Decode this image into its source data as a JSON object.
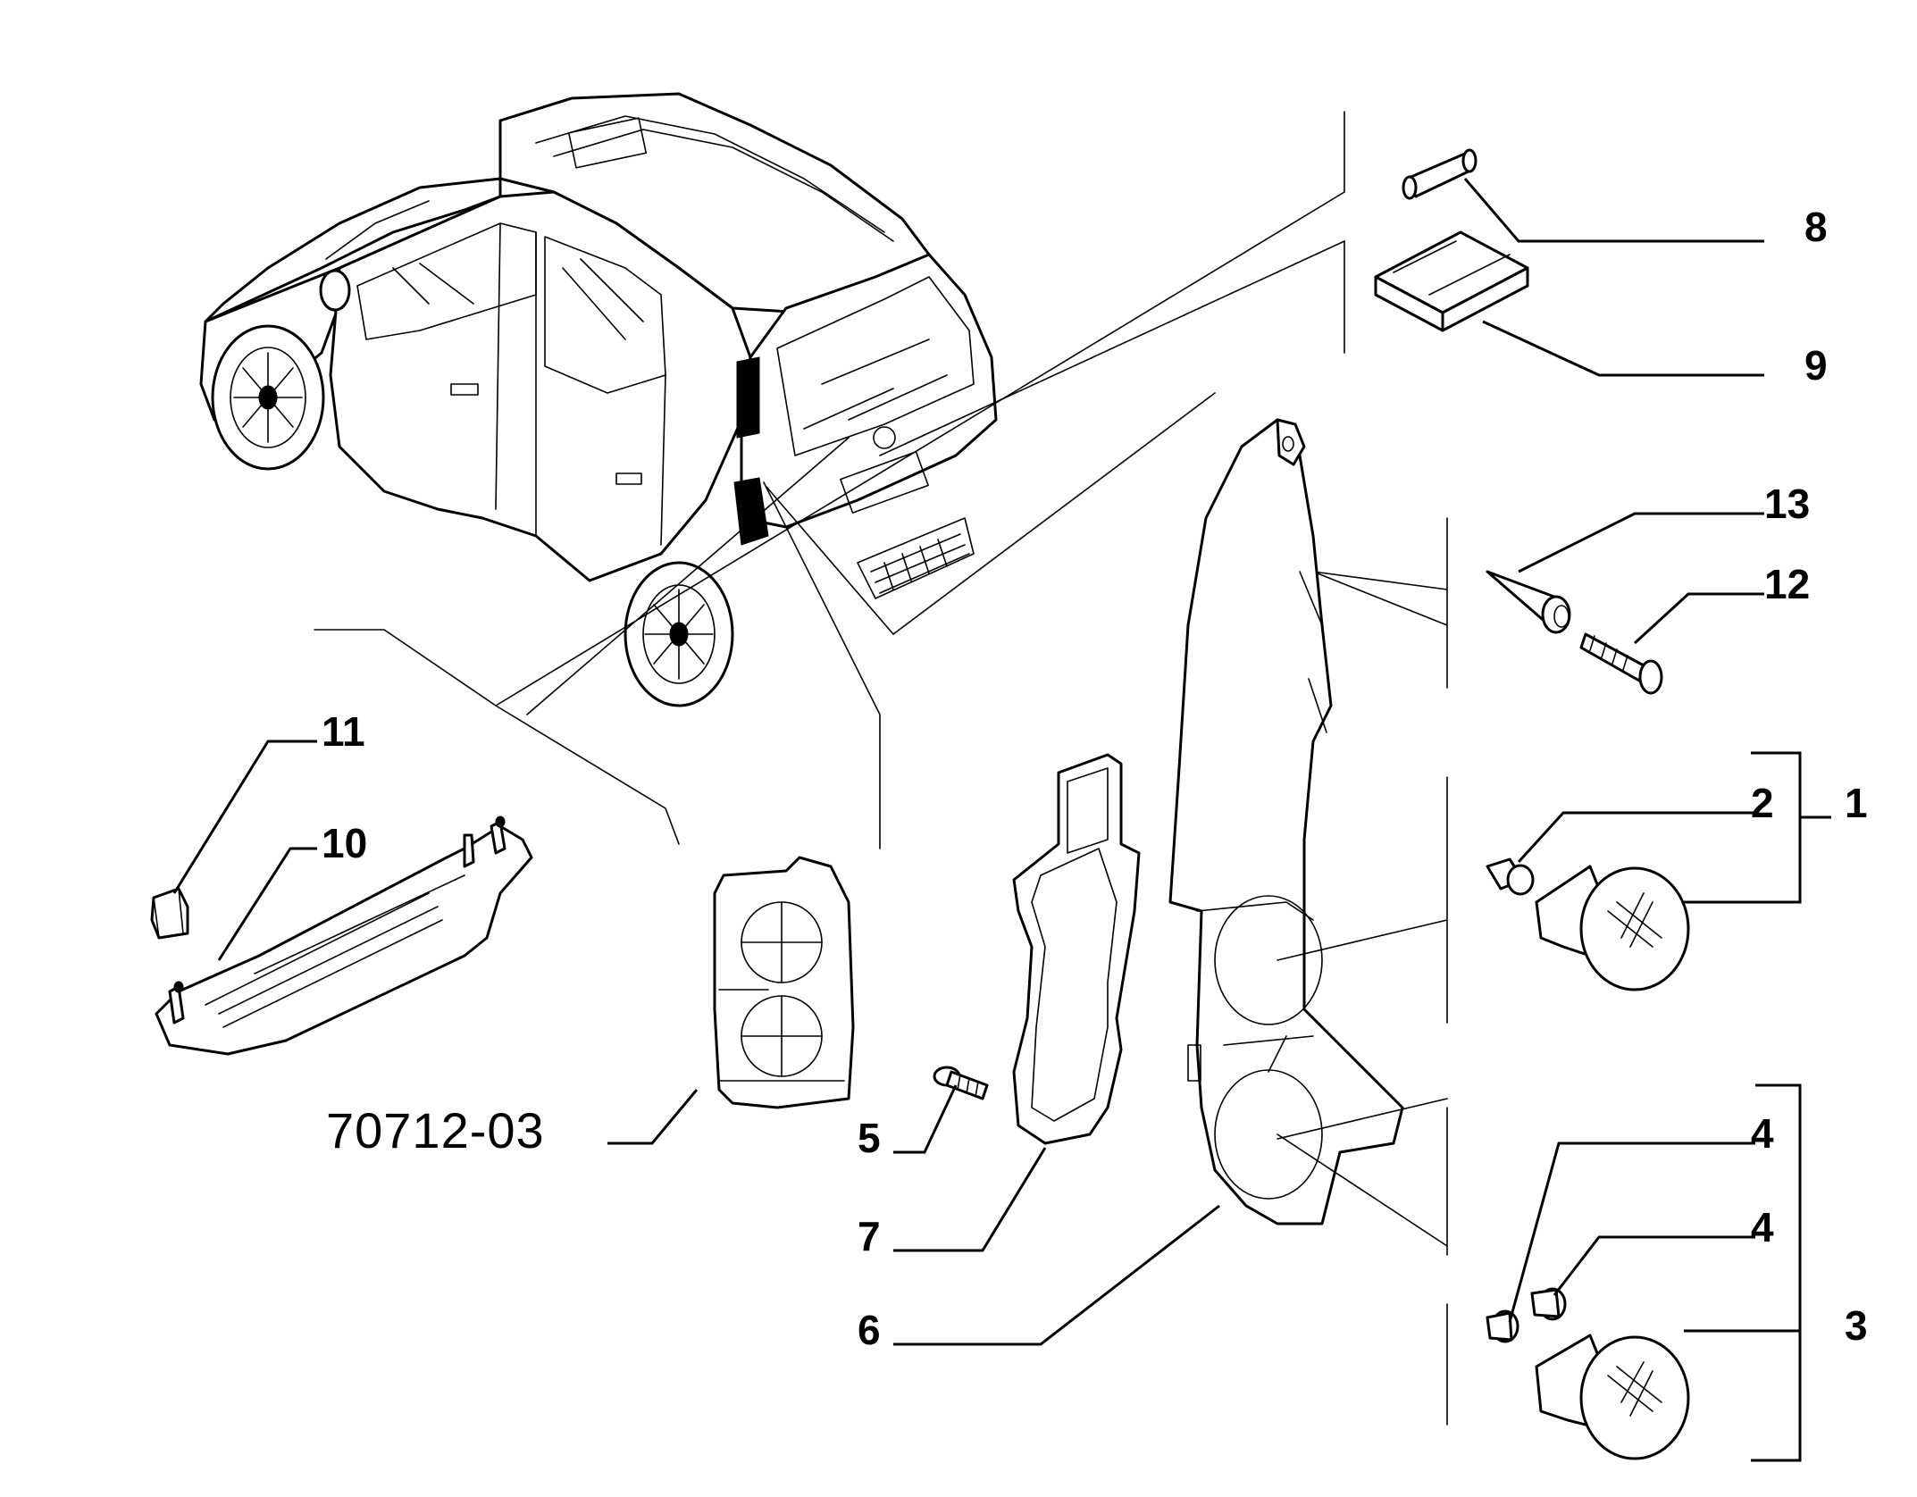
{
  "drawing_number": "70712-03",
  "callouts": {
    "c1": "1",
    "c2": "2",
    "c3": "3",
    "c4a": "4",
    "c4b": "4",
    "c5": "5",
    "c6": "6",
    "c7": "7",
    "c8": "8",
    "c9": "9",
    "c10": "10",
    "c11": "11",
    "c12": "12",
    "c13": "13"
  }
}
